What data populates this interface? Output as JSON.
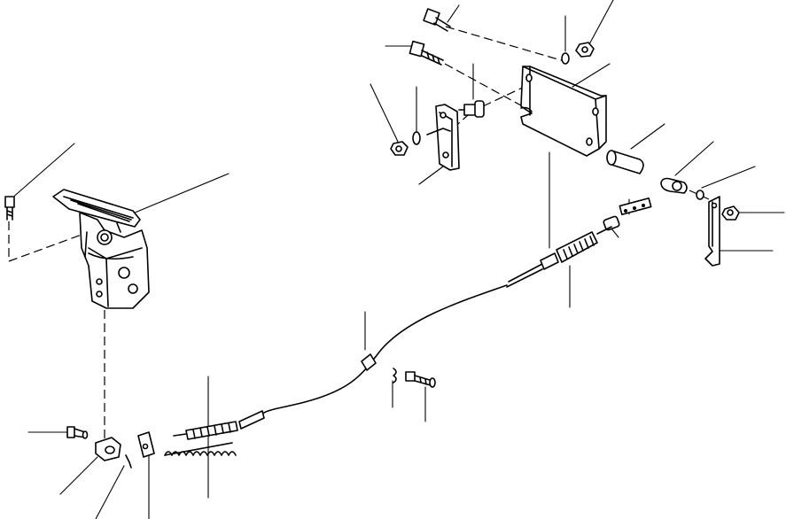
{
  "diagram": {
    "parts": [
      {
        "name": "pedal-assembly"
      },
      {
        "name": "mounting-bracket"
      },
      {
        "name": "control-cable"
      },
      {
        "name": "lever-plate"
      },
      {
        "name": "small-bracket"
      },
      {
        "name": "spacer"
      },
      {
        "name": "ball-joint"
      },
      {
        "name": "clevis-link"
      },
      {
        "name": "bolt"
      },
      {
        "name": "nut"
      },
      {
        "name": "washer"
      },
      {
        "name": "cotter-pin"
      },
      {
        "name": "clamp-block"
      },
      {
        "name": "clip-plate"
      },
      {
        "name": "spring"
      }
    ]
  }
}
